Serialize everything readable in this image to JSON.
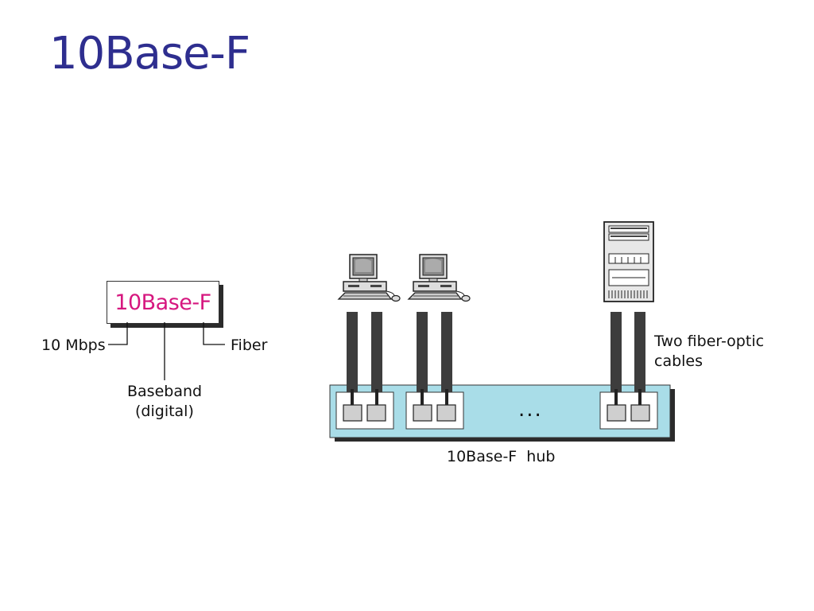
{
  "title": "10Base-F",
  "naming": {
    "box_text": "10Base-F",
    "speed_label": "10 Mbps",
    "signal_label_line1": "Baseband",
    "signal_label_line2": "(digital)",
    "medium_label": "Fiber"
  },
  "topology": {
    "cable_label_line1": "Two fiber-optic",
    "cable_label_line2": "cables",
    "ellipsis": "...",
    "hub_label": "10Base-F  hub"
  },
  "colors": {
    "title": "#2e2e8f",
    "box_text": "#d6177f",
    "hub_fill": "#a9dde8",
    "cable": "#3d3d3d",
    "port": "#cfcfcf"
  },
  "icons": [
    "workstation-icon",
    "workstation-icon",
    "server-icon"
  ]
}
